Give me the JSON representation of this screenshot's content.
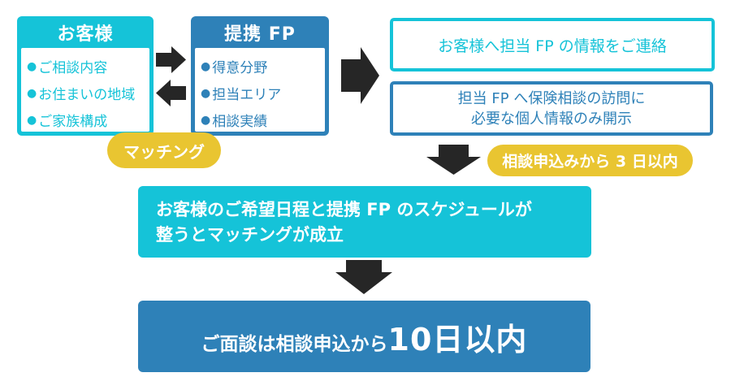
{
  "colors": {
    "cyan": "#15c3d8",
    "blue": "#2e81b8",
    "yellow": "#e9c531",
    "arrow_black": "#262626",
    "white": "#ffffff"
  },
  "glyphs": {
    "bullet": "●"
  },
  "customer": {
    "title": "お客様",
    "items": [
      "ご相談内容",
      "お住まいの地域",
      "ご家族構成"
    ]
  },
  "partner_fp": {
    "title": "提携 FP",
    "items": [
      "得意分野",
      "担当エリア",
      "相談実績"
    ]
  },
  "badges": {
    "matching": "マッチング",
    "three_days": "相談申込みから 3 日以内"
  },
  "contact_box": {
    "text": "お客様へ担当 FP の情報をご連絡"
  },
  "disclosure_box": {
    "line1": "担当 FP へ保険相談の訪問に",
    "line2": "必要な個人情報のみ開示"
  },
  "schedule_box": {
    "line1": "お客様のご希望日程と提携 FP のスケジュールが",
    "line2": "整うとマッチングが成立"
  },
  "interview_box": {
    "prefix": "ご面談は相談申込から",
    "highlight": "10日以内"
  }
}
